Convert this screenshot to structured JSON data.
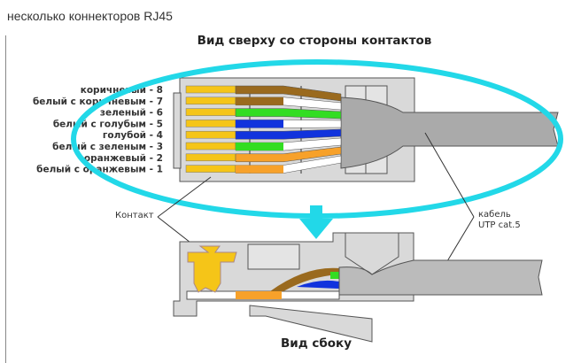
{
  "caption": "несколько коннекторов RJ45",
  "diagram": {
    "top_title": "Вид сверху со стороны контактов",
    "side_title": "Вид сбоку",
    "contact_label": "Контакт",
    "cable_label_1": "кабель",
    "cable_label_2": "UTP cat.5",
    "wires": [
      {
        "label": "коричневый - 8",
        "color": "#9a6a1e",
        "striped": false
      },
      {
        "label": "белый с коричневым - 7",
        "color": "#9a6a1e",
        "striped": true
      },
      {
        "label": "зеленый - 6",
        "color": "#33dd22",
        "striped": false
      },
      {
        "label": "белый с голубым - 5",
        "color": "#1133dd",
        "striped": true
      },
      {
        "label": "голубой - 4",
        "color": "#1133dd",
        "striped": false
      },
      {
        "label": "белый с зеленым - 3",
        "color": "#33dd22",
        "striped": true
      },
      {
        "label": "оранжевый - 2",
        "color": "#f7a12a",
        "striped": false
      },
      {
        "label": "белый с оранжевым - 1",
        "color": "#f7a12a",
        "striped": true
      }
    ],
    "accent_color": "#22d8e8"
  }
}
